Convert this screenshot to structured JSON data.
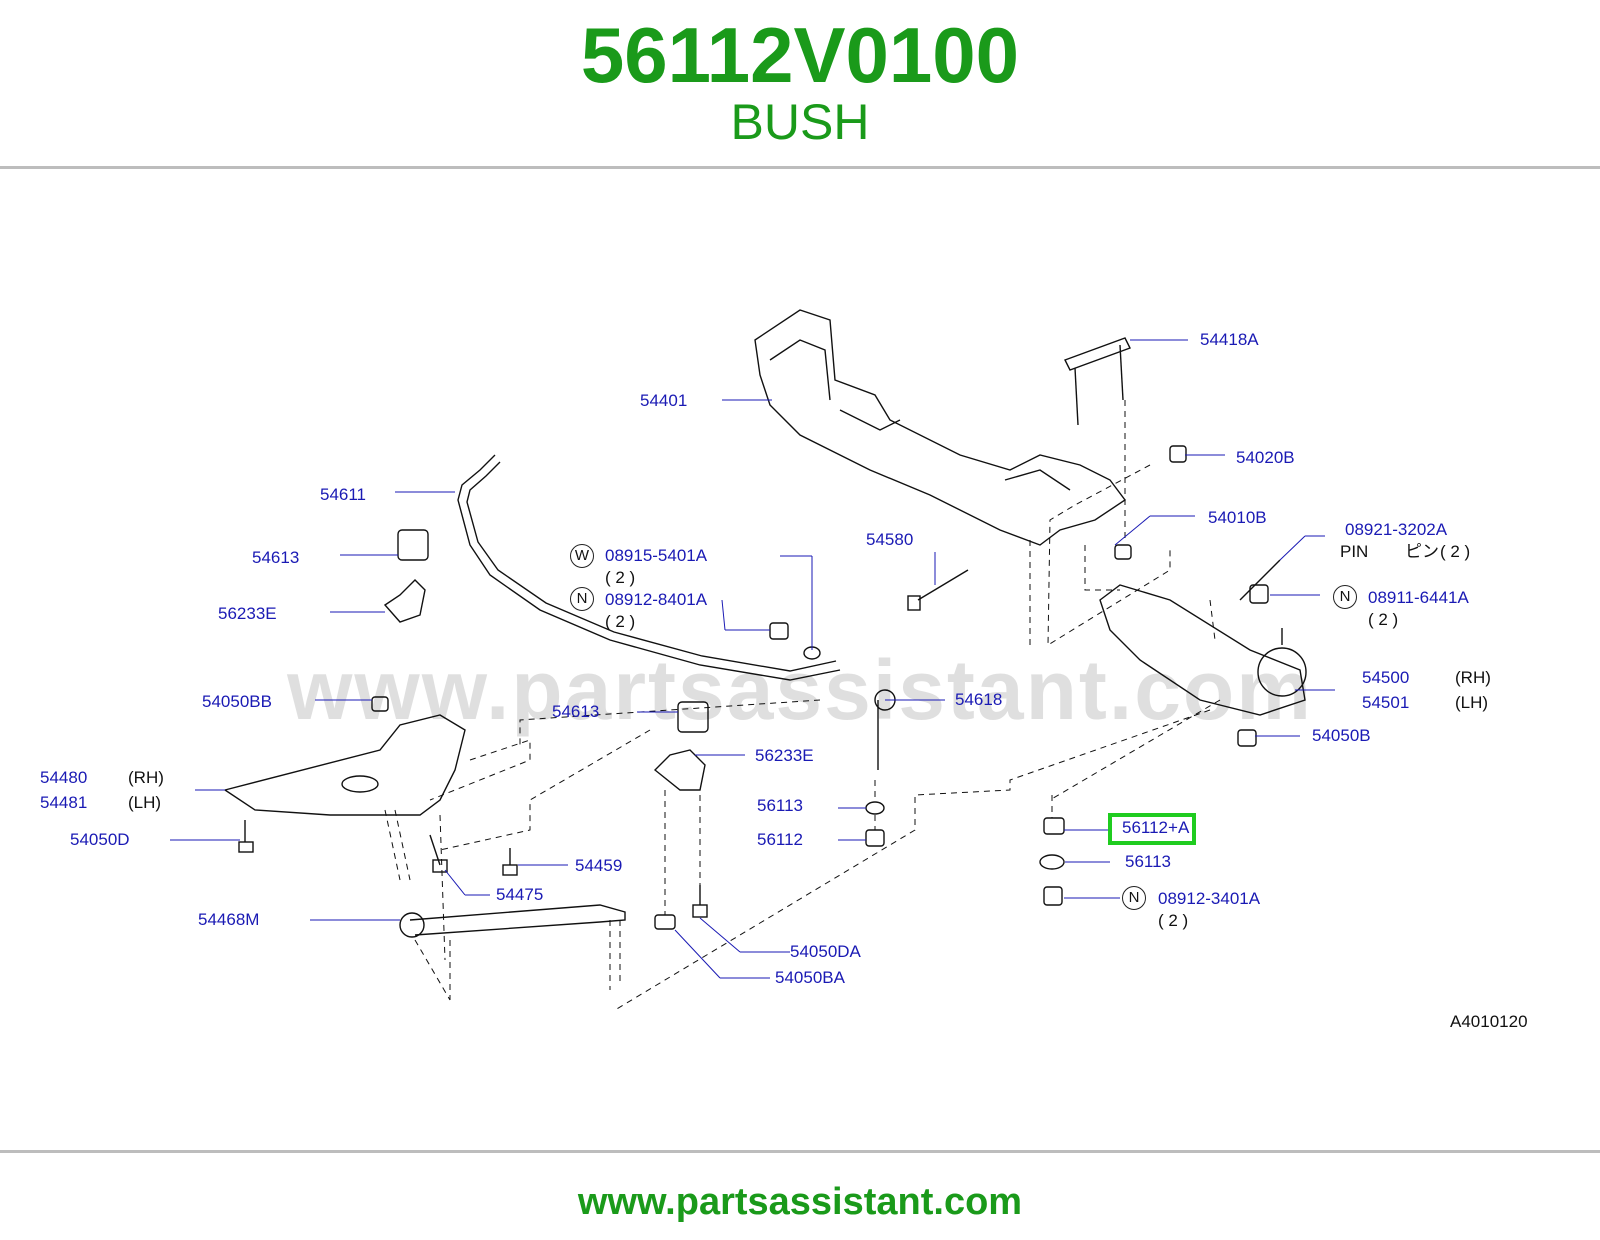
{
  "header": {
    "part_number": "56112V0100",
    "part_name": "BUSH"
  },
  "footer": {
    "url": "www.partsassistant.com"
  },
  "watermark": "www.partsassistant.com",
  "diagram_code": "A4010120",
  "colors": {
    "brand": "#1a9a1a",
    "label": "#1a1ab4",
    "highlight": "#1fcc1f"
  },
  "labels": {
    "p54418A": "54418A",
    "p54401": "54401",
    "p54020B": "54020B",
    "p54611": "54611",
    "p54010B": "54010B",
    "p08921_3202A": "08921-3202A",
    "pin": "PIN",
    "pin_jp": "ピン",
    "qty_pin": "( 2 )",
    "p54613a": "54613",
    "p08915_5401A": "08915-5401A",
    "qty_w": "( 2 )",
    "p54580": "54580",
    "p56233Ea": "56233E",
    "p08912_8401A": "08912-8401A",
    "qty_n1": "( 2 )",
    "p08911_6441A": "08911-6441A",
    "qty_n2": "( 2 )",
    "p54500": "54500",
    "rh1": "(RH)",
    "p54501": "54501",
    "lh1": "(LH)",
    "p54050BB": "54050BB",
    "p54613b": "54613",
    "p54618": "54618",
    "p54050B": "54050B",
    "p56233Eb": "56233E",
    "p54480": "54480",
    "rh2": "(RH)",
    "p54481": "54481",
    "lh2": "(LH)",
    "p56113a": "56113",
    "p56112A": "56112+A",
    "p54050D": "54050D",
    "p56112": "56112",
    "p56113b": "56113",
    "p54459": "54459",
    "p08912_3401A": "08912-3401A",
    "qty_n3": "( 2 )",
    "p54475": "54475",
    "p54468M": "54468M",
    "p54050DA": "54050DA",
    "p54050BA": "54050BA",
    "w": "W",
    "n": "N"
  }
}
